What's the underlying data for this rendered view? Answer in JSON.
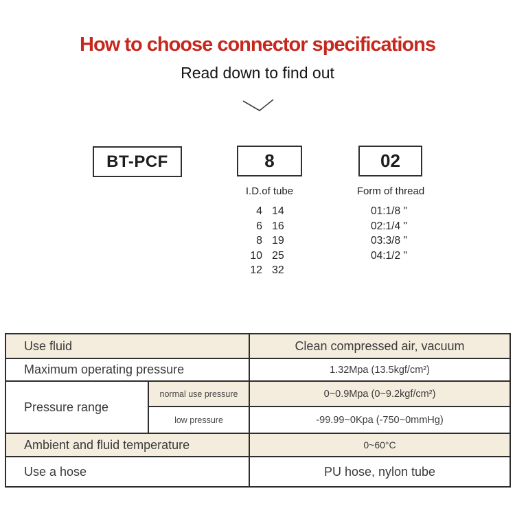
{
  "header": {
    "title": "How to choose connector specifications",
    "subtitle": "Read down to find out"
  },
  "colors": {
    "title_red": "#c6281e",
    "row_beige": "#f4edde",
    "table_border": "#2d2d2d",
    "body_text": "#3a3a3a"
  },
  "model_breakdown": {
    "series_code": "BT-PCF",
    "tube_code": "8",
    "thread_code": "02",
    "tube_label": "I.D.of tube",
    "thread_label": "Form of thread",
    "tube_sizes": [
      [
        "4",
        "14"
      ],
      [
        "6",
        "16"
      ],
      [
        "8",
        "19"
      ],
      [
        "10",
        "25"
      ],
      [
        "12",
        "32"
      ]
    ],
    "thread_options": [
      "01:1/8 \"",
      "02:1/4 \"",
      "03:3/8 \"",
      "04:1/2 \""
    ]
  },
  "spec_table": {
    "rows": [
      {
        "label": "Use fluid",
        "value": "Clean compressed air, vacuum"
      },
      {
        "label": "Maximum operating pressure",
        "value": "1.32Mpa (13.5kgf/cm²)"
      },
      {
        "label": "Pressure range",
        "sublabel": "normal use pressure",
        "value": "0~0.9Mpa (0~9.2kgf/cm²)"
      },
      {
        "sublabel": "low pressure",
        "value": "-99.99~0Kpa (-750~0mmHg)"
      },
      {
        "label": "Ambient and fluid temperature",
        "value": "0~60°C"
      },
      {
        "label": "Use a hose",
        "value": "PU hose, nylon tube"
      }
    ]
  }
}
